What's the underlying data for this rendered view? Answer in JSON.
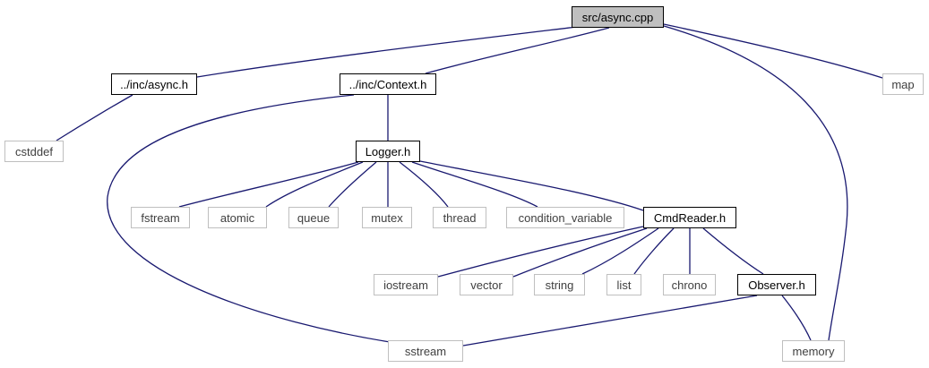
{
  "graph": {
    "edge_color": "#191970",
    "node_fill_root": "#bfbfbf",
    "node_border_internal": "#000000",
    "node_border_external": "#bfbfbf",
    "nodes": {
      "async_cpp": "src/async.cpp",
      "inc_async_h": "../inc/async.h",
      "inc_context_h": "../inc/Context.h",
      "map": "map",
      "cstddef": "cstddef",
      "logger_h": "Logger.h",
      "fstream": "fstream",
      "atomic": "atomic",
      "queue": "queue",
      "mutex": "mutex",
      "thread": "thread",
      "condition_variable": "condition_variable",
      "cmdreader_h": "CmdReader.h",
      "iostream": "iostream",
      "vector": "vector",
      "string": "string",
      "list": "list",
      "chrono": "chrono",
      "observer_h": "Observer.h",
      "sstream": "sstream",
      "memory": "memory"
    },
    "edges": [
      [
        "async_cpp",
        "inc_async_h"
      ],
      [
        "async_cpp",
        "inc_context_h"
      ],
      [
        "async_cpp",
        "map"
      ],
      [
        "async_cpp",
        "memory"
      ],
      [
        "inc_async_h",
        "cstddef"
      ],
      [
        "inc_context_h",
        "logger_h"
      ],
      [
        "inc_context_h",
        "sstream"
      ],
      [
        "logger_h",
        "fstream"
      ],
      [
        "logger_h",
        "atomic"
      ],
      [
        "logger_h",
        "queue"
      ],
      [
        "logger_h",
        "mutex"
      ],
      [
        "logger_h",
        "thread"
      ],
      [
        "logger_h",
        "condition_variable"
      ],
      [
        "logger_h",
        "cmdreader_h"
      ],
      [
        "cmdreader_h",
        "iostream"
      ],
      [
        "cmdreader_h",
        "vector"
      ],
      [
        "cmdreader_h",
        "string"
      ],
      [
        "cmdreader_h",
        "list"
      ],
      [
        "cmdreader_h",
        "chrono"
      ],
      [
        "cmdreader_h",
        "observer_h"
      ],
      [
        "observer_h",
        "sstream"
      ],
      [
        "observer_h",
        "memory"
      ]
    ]
  }
}
